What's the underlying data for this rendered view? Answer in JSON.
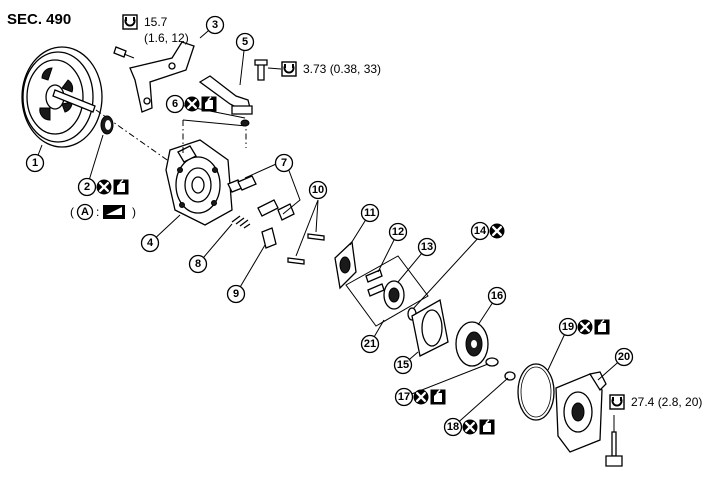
{
  "diagram": {
    "section_label": "SEC. 490",
    "torque_specs": [
      {
        "id": "torque-bracket-bolt",
        "line1": "15.7",
        "line2": "(1.6, 12)"
      },
      {
        "id": "torque-pipe-bolt",
        "line1": "3.73 (0.38, 33)"
      },
      {
        "id": "torque-cover-bolt",
        "line1": "27.4 (2.8, 20)"
      }
    ],
    "callouts": [
      {
        "num": "1",
        "symbols": []
      },
      {
        "num": "2",
        "symbols": [
          "no-reuse",
          "lubricate"
        ]
      },
      {
        "num": "3",
        "symbols": []
      },
      {
        "num": "4",
        "symbols": []
      },
      {
        "num": "5",
        "symbols": []
      },
      {
        "num": "6",
        "symbols": [
          "no-reuse",
          "lubricate"
        ]
      },
      {
        "num": "7",
        "symbols": []
      },
      {
        "num": "8",
        "symbols": []
      },
      {
        "num": "9",
        "symbols": []
      },
      {
        "num": "10",
        "symbols": []
      },
      {
        "num": "11",
        "symbols": []
      },
      {
        "num": "12",
        "symbols": []
      },
      {
        "num": "13",
        "symbols": []
      },
      {
        "num": "14",
        "symbols": [
          "no-reuse"
        ]
      },
      {
        "num": "15",
        "symbols": []
      },
      {
        "num": "16",
        "symbols": []
      },
      {
        "num": "17",
        "symbols": [
          "no-reuse",
          "lubricate"
        ]
      },
      {
        "num": "18",
        "symbols": [
          "no-reuse",
          "lubricate"
        ]
      },
      {
        "num": "19",
        "symbols": [
          "no-reuse",
          "lubricate"
        ]
      },
      {
        "num": "20",
        "symbols": []
      },
      {
        "num": "21",
        "symbols": []
      }
    ],
    "note": {
      "open": "(",
      "letter": "A",
      "separator": ":",
      "close": ")"
    }
  }
}
